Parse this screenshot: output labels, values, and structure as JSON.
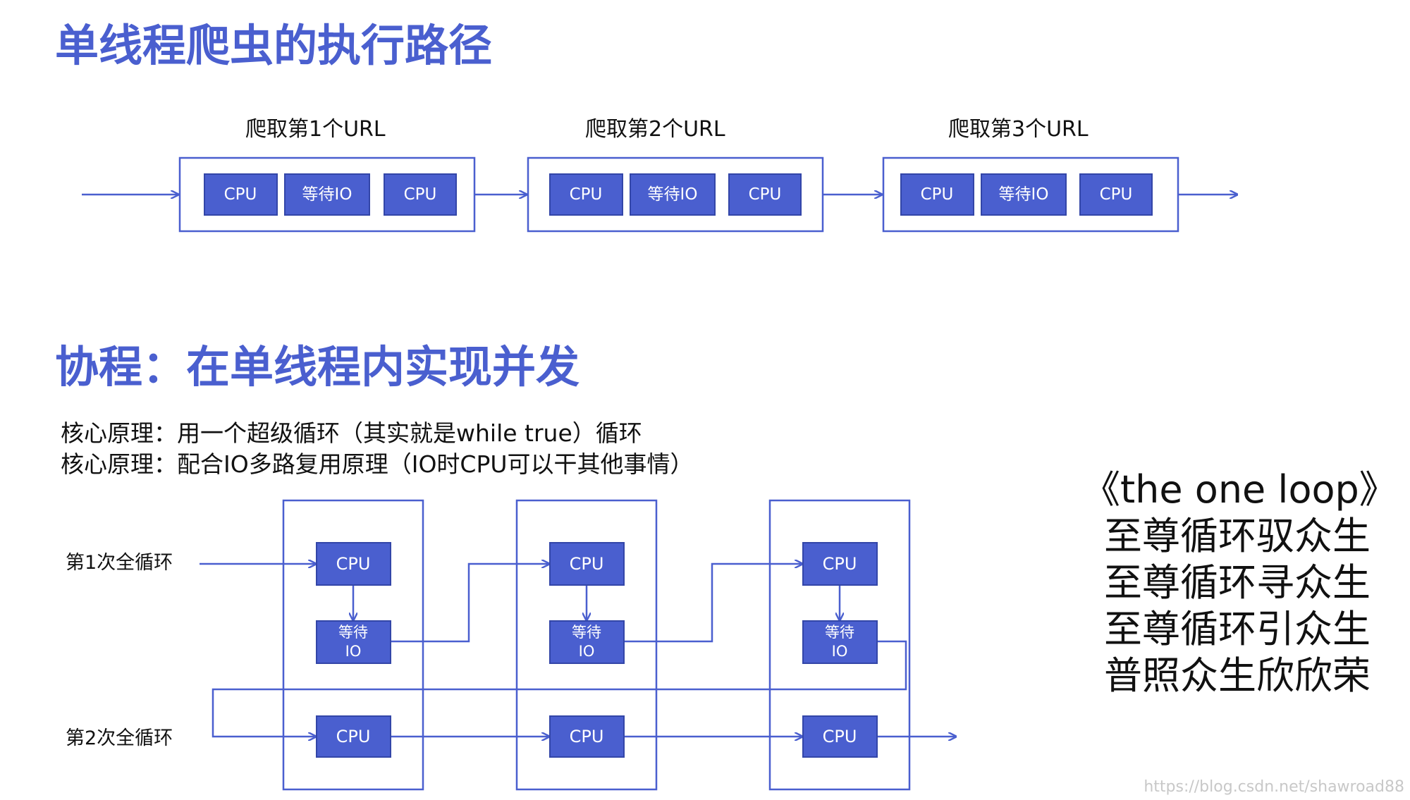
{
  "single_thread": {
    "title": "单线程爬虫的执行路径",
    "steps": [
      {
        "label": "爬取第1个URL",
        "blocks": [
          "CPU",
          "等待IO",
          "CPU"
        ]
      },
      {
        "label": "爬取第2个URL",
        "blocks": [
          "CPU",
          "等待IO",
          "CPU"
        ]
      },
      {
        "label": "爬取第3个URL",
        "blocks": [
          "CPU",
          "等待IO",
          "CPU"
        ]
      }
    ]
  },
  "coroutine": {
    "title": "协程：在单线程内实现并发",
    "principles": [
      "核心原理：用一个超级循环（其实就是while true）循环",
      "核心原理：配合IO多路复用原理（IO时CPU可以干其他事情）"
    ],
    "loops": [
      "第1次全循环",
      "第2次全循环"
    ],
    "cpu_label": "CPU",
    "wait_line1": "等待",
    "wait_line2": "IO"
  },
  "poem": {
    "lines": [
      "《the one loop》",
      "至尊循环驭众生",
      "至尊循环寻众生",
      "至尊循环引众生",
      "普照众生欣欣荣"
    ]
  },
  "watermark": "https://blog.csdn.net/shawroad88",
  "colors": {
    "accent": "#4a5fcf",
    "block_fill": "#4a5fcf",
    "block_border": "#3346a8",
    "line": "#4a5fcf",
    "text": "#111111"
  }
}
